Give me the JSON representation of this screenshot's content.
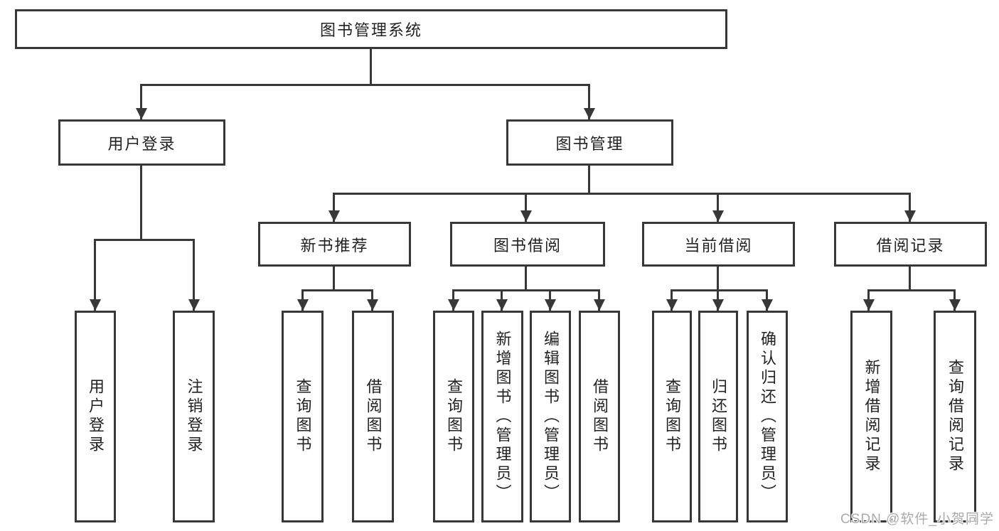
{
  "diagram_type": "hierarchy-flowchart",
  "colors": {
    "line": "#383838",
    "text": "#222222",
    "background": "#ffffff",
    "watermark": "#ababab"
  },
  "tree": {
    "label": "图书管理系统",
    "children": [
      {
        "label": "用户登录",
        "children": [
          {
            "label": "用户登录"
          },
          {
            "label": "注销登录"
          }
        ]
      },
      {
        "label": "图书管理",
        "children": [
          {
            "label": "新书推荐",
            "children": [
              {
                "label": "查询图书"
              },
              {
                "label": "借阅图书"
              }
            ]
          },
          {
            "label": "图书借阅",
            "children": [
              {
                "label": "查询图书"
              },
              {
                "label": "新增图书（管理员）"
              },
              {
                "label": "编辑图书（管理员）"
              },
              {
                "label": "借阅图书"
              }
            ]
          },
          {
            "label": "当前借阅",
            "children": [
              {
                "label": "查询图书"
              },
              {
                "label": "归还图书"
              },
              {
                "label": "确认归还（管理员）"
              }
            ]
          },
          {
            "label": "借阅记录",
            "children": [
              {
                "label": "新增借阅记录"
              },
              {
                "label": "查询借阅记录"
              }
            ]
          }
        ]
      }
    ]
  },
  "watermark": {
    "text": "CSDN @软件_小贺同学"
  }
}
